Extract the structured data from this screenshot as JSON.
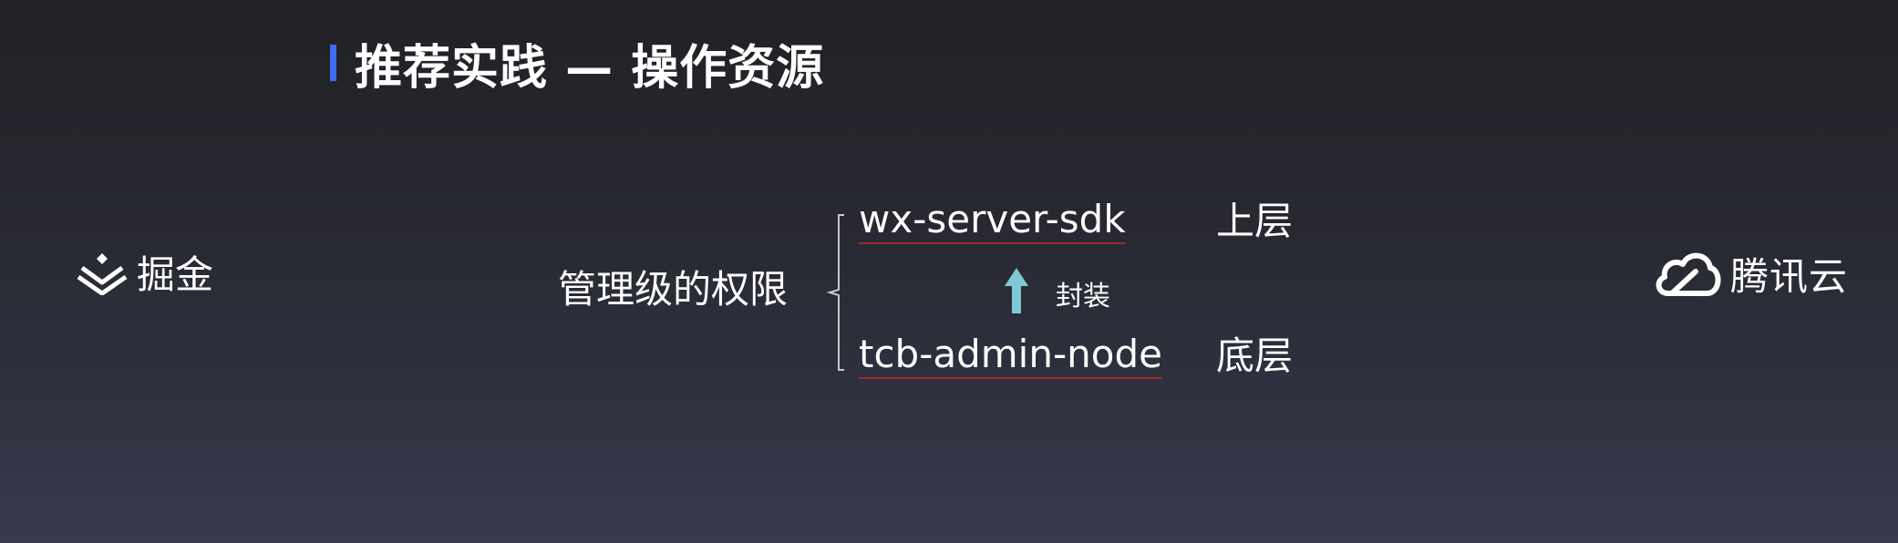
{
  "slide": {
    "title": "推荐实践 — 操作资源"
  },
  "brand_left": {
    "icon": "juejin-logo-icon",
    "label": "掘金"
  },
  "brand_right": {
    "icon": "tencent-cloud-logo-icon",
    "label": "腾讯云"
  },
  "diagram": {
    "permission_label": "管理级的权限",
    "top_sdk": "wx-server-sdk",
    "top_layer": "上层",
    "wrap_label": "封装",
    "bottom_sdk": "tcb-admin-node",
    "bottom_layer": "底层"
  },
  "colors": {
    "title_accent": "#3d6ef0",
    "arrow": "#7ec8d8",
    "spell_underline": "#c82828"
  }
}
